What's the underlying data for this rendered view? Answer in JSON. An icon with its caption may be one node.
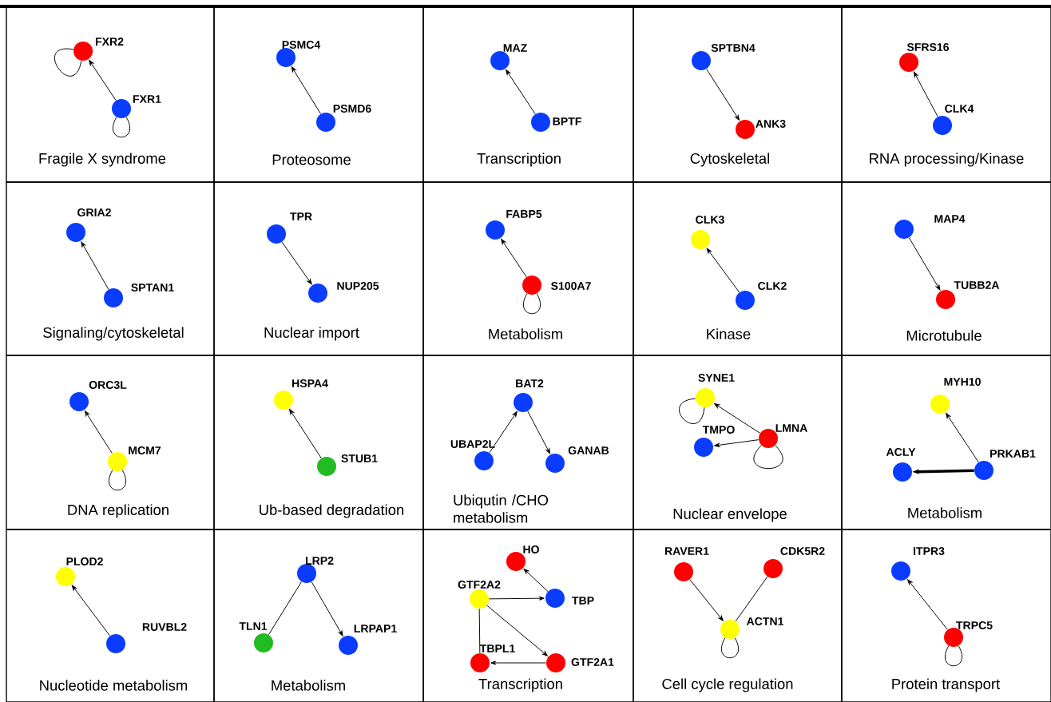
{
  "diagram": {
    "nodes": [
      {
        "text": [
          "Fragile X syndrome"
        ]
      },
      {
        "text": [],
        "shape": "circle",
        "beside": [
          "FXR2"
        ],
        "in": 0
      },
      {
        "text": [],
        "shape": "circle",
        "beside": [
          "FXR1"
        ],
        "in": 0
      },
      {
        "text": [
          "Proteosome"
        ]
      },
      {
        "text": [],
        "shape": "circle",
        "beside": [
          "PSMC4"
        ],
        "in": 3
      },
      {
        "text": [],
        "shape": "circle",
        "beside": [
          "PSMD6"
        ],
        "in": 3
      },
      {
        "text": [
          "Transcription"
        ]
      },
      {
        "text": [],
        "shape": "circle",
        "beside": [
          "MAZ"
        ],
        "in": 6
      },
      {
        "text": [],
        "shape": "circle",
        "beside": [
          "BPTF"
        ],
        "in": 6
      },
      {
        "text": [
          "Cytoskeletal"
        ]
      },
      {
        "text": [],
        "shape": "circle",
        "beside": [
          "SPTBN4"
        ],
        "in": 9
      },
      {
        "text": [],
        "shape": "circle",
        "beside": [
          "ANK3"
        ],
        "in": 9
      },
      {
        "text": [
          "RNA processing/Kinase"
        ]
      },
      {
        "text": [],
        "shape": "circle",
        "beside": [
          "SFRS16"
        ],
        "in": 12
      },
      {
        "text": [],
        "shape": "circle",
        "beside": [
          "CLK4"
        ],
        "in": 12
      },
      {
        "text": [
          "Signaling/cytoskeletal"
        ]
      },
      {
        "text": [],
        "shape": "circle",
        "beside": [
          "GRIA2"
        ],
        "in": 15
      },
      {
        "text": [],
        "shape": "circle",
        "beside": [
          "SPTAN1"
        ],
        "in": 15
      },
      {
        "text": [
          "Nuclear import"
        ]
      },
      {
        "text": [],
        "shape": "circle",
        "beside": [
          "TPR"
        ],
        "in": 18
      },
      {
        "text": [],
        "shape": "circle",
        "beside": [
          "NUP205"
        ],
        "in": 18
      },
      {
        "text": [
          "Metabolism"
        ]
      },
      {
        "text": [],
        "shape": "circle",
        "beside": [
          "FABP5"
        ],
        "in": 21
      },
      {
        "text": [],
        "shape": "circle",
        "beside": [
          "S100A7"
        ],
        "in": 21
      },
      {
        "text": [
          "Kinase"
        ]
      },
      {
        "text": [],
        "shape": "circle",
        "beside": [
          "CLK3"
        ],
        "in": 24
      },
      {
        "text": [],
        "shape": "circle",
        "beside": [
          "CLK2"
        ],
        "in": 24
      },
      {
        "text": [
          "Microtubule"
        ]
      },
      {
        "text": [],
        "shape": "circle",
        "beside": [
          "MAP4"
        ],
        "in": 27
      },
      {
        "text": [],
        "shape": "circle",
        "beside": [
          "TUBB2A"
        ],
        "in": 27
      },
      {
        "text": [
          "DNA replication"
        ]
      },
      {
        "text": [],
        "shape": "circle",
        "beside": [
          "ORC3L"
        ],
        "in": 30
      },
      {
        "text": [],
        "shape": "circle",
        "beside": [
          "MCM7"
        ],
        "in": 30
      },
      {
        "text": [
          "Ub-based degradation"
        ]
      },
      {
        "text": [],
        "shape": "circle",
        "beside": [
          "HSPA4"
        ],
        "in": 33
      },
      {
        "text": [],
        "shape": "circle",
        "beside": [
          "STUB1"
        ],
        "in": 33
      },
      {
        "text": [
          "Ubiqutin /CHO metabolism"
        ]
      },
      {
        "text": [],
        "shape": "circle",
        "beside": [
          "BAT2"
        ],
        "in": 36
      },
      {
        "text": [],
        "shape": "circle",
        "beside": [
          "UBAP2L"
        ],
        "in": 36
      },
      {
        "text": [],
        "shape": "circle",
        "beside": [
          "GANAB"
        ],
        "in": 36
      },
      {
        "text": [
          "Nuclear envelope"
        ]
      },
      {
        "text": [],
        "shape": "circle",
        "beside": [
          "SYNE1"
        ],
        "in": 40
      },
      {
        "text": [],
        "shape": "circle",
        "beside": [
          "LMNA"
        ],
        "in": 40
      },
      {
        "text": [],
        "shape": "circle",
        "beside": [
          "TMPO"
        ],
        "in": 40
      },
      {
        "text": [
          "Metabolism"
        ]
      },
      {
        "text": [],
        "shape": "circle",
        "beside": [
          "MYH10"
        ],
        "in": 44
      },
      {
        "text": [],
        "shape": "circle",
        "beside": [
          "ACLY"
        ],
        "in": 44
      },
      {
        "text": [],
        "shape": "circle",
        "beside": [
          "PRKAB1"
        ],
        "in": 44
      },
      {
        "text": [
          "Nucleotide metabolism"
        ]
      },
      {
        "text": [],
        "shape": "circle",
        "beside": [
          "PLOD2"
        ],
        "in": 48
      },
      {
        "text": [],
        "shape": "circle",
        "beside": [
          "RUVBL2"
        ],
        "in": 48
      },
      {
        "text": [
          "Metabolism"
        ]
      },
      {
        "text": [],
        "shape": "circle",
        "beside": [
          "LRP2"
        ],
        "in": 51
      },
      {
        "text": [],
        "shape": "circle",
        "beside": [
          "TLN1"
        ],
        "in": 51
      },
      {
        "text": [],
        "shape": "circle",
        "beside": [
          "LRPAP1"
        ],
        "in": 51
      },
      {
        "text": [
          "Transcription"
        ]
      },
      {
        "text": [],
        "shape": "circle",
        "beside": [
          "HO"
        ],
        "in": 55
      },
      {
        "text": [],
        "shape": "circle",
        "beside": [
          "GTF2A2"
        ],
        "in": 55
      },
      {
        "text": [],
        "shape": "circle",
        "beside": [
          "TBP"
        ],
        "in": 55
      },
      {
        "text": [],
        "shape": "circle",
        "beside": [
          "TBPL1"
        ],
        "in": 55
      },
      {
        "text": [],
        "shape": "circle",
        "beside": [
          "GTF2A1"
        ],
        "in": 55
      },
      {
        "text": [
          "Cell cycle regulation"
        ]
      },
      {
        "text": [],
        "shape": "circle",
        "beside": [
          "RAVER1"
        ],
        "in": 61
      },
      {
        "text": [],
        "shape": "circle",
        "beside": [
          "CDK5R2"
        ],
        "in": 61
      },
      {
        "text": [],
        "shape": "circle",
        "beside": [
          "ACTN1"
        ],
        "in": 61
      },
      {
        "text": [
          "Protein transport"
        ]
      },
      {
        "text": [],
        "shape": "circle",
        "beside": [
          "ITPR3"
        ],
        "in": 65
      },
      {
        "text": [],
        "shape": "circle",
        "beside": [
          "TRPC5"
        ],
        "in": 65
      }
    ],
    "edges": [
      {
        "from": 2,
        "to": 1,
        "arrow": "to"
      },
      {
        "from": 1,
        "to": 1,
        "arrow": "none"
      },
      {
        "from": 2,
        "to": 2,
        "arrow": "none"
      },
      {
        "from": 5,
        "to": 4,
        "arrow": "to"
      },
      {
        "from": 8,
        "to": 7,
        "arrow": "to"
      },
      {
        "from": 10,
        "to": 11,
        "arrow": "to"
      },
      {
        "from": 14,
        "to": 13,
        "arrow": "to"
      },
      {
        "from": 17,
        "to": 16,
        "arrow": "to"
      },
      {
        "from": 19,
        "to": 20,
        "arrow": "to"
      },
      {
        "from": 23,
        "to": 22,
        "arrow": "to"
      },
      {
        "from": 23,
        "to": 23,
        "arrow": "none"
      },
      {
        "from": 26,
        "to": 25,
        "arrow": "to"
      },
      {
        "from": 28,
        "to": 29,
        "arrow": "to"
      },
      {
        "from": 32,
        "to": 31,
        "arrow": "to"
      },
      {
        "from": 32,
        "to": 32,
        "arrow": "none"
      },
      {
        "from": 35,
        "to": 34,
        "arrow": "to"
      },
      {
        "from": 38,
        "to": 37,
        "arrow": "to"
      },
      {
        "from": 37,
        "to": 39,
        "arrow": "to"
      },
      {
        "from": 42,
        "to": 41,
        "arrow": "to"
      },
      {
        "from": 42,
        "to": 43,
        "arrow": "to"
      },
      {
        "from": 41,
        "to": 41,
        "arrow": "none"
      },
      {
        "from": 42,
        "to": 42,
        "arrow": "none"
      },
      {
        "from": 47,
        "to": 45,
        "arrow": "to"
      },
      {
        "from": 47,
        "to": 46,
        "arrow": "to",
        "style": "thick"
      },
      {
        "from": 50,
        "to": 49,
        "arrow": "to"
      },
      {
        "from": 52,
        "to": 53,
        "arrow": "none"
      },
      {
        "from": 52,
        "to": 54,
        "arrow": "to"
      },
      {
        "from": 58,
        "to": 56,
        "arrow": "to"
      },
      {
        "from": 57,
        "to": 58,
        "arrow": "to"
      },
      {
        "from": 57,
        "to": 59,
        "arrow": "none"
      },
      {
        "from": 57,
        "to": 60,
        "arrow": "to"
      },
      {
        "from": 60,
        "to": 59,
        "arrow": "to"
      },
      {
        "from": 62,
        "to": 64,
        "arrow": "to"
      },
      {
        "from": 63,
        "to": 64,
        "arrow": "none"
      },
      {
        "from": 64,
        "to": 64,
        "arrow": "none"
      },
      {
        "from": 67,
        "to": 66,
        "arrow": "to"
      },
      {
        "from": 67,
        "to": 67,
        "arrow": "none"
      }
    ]
  }
}
